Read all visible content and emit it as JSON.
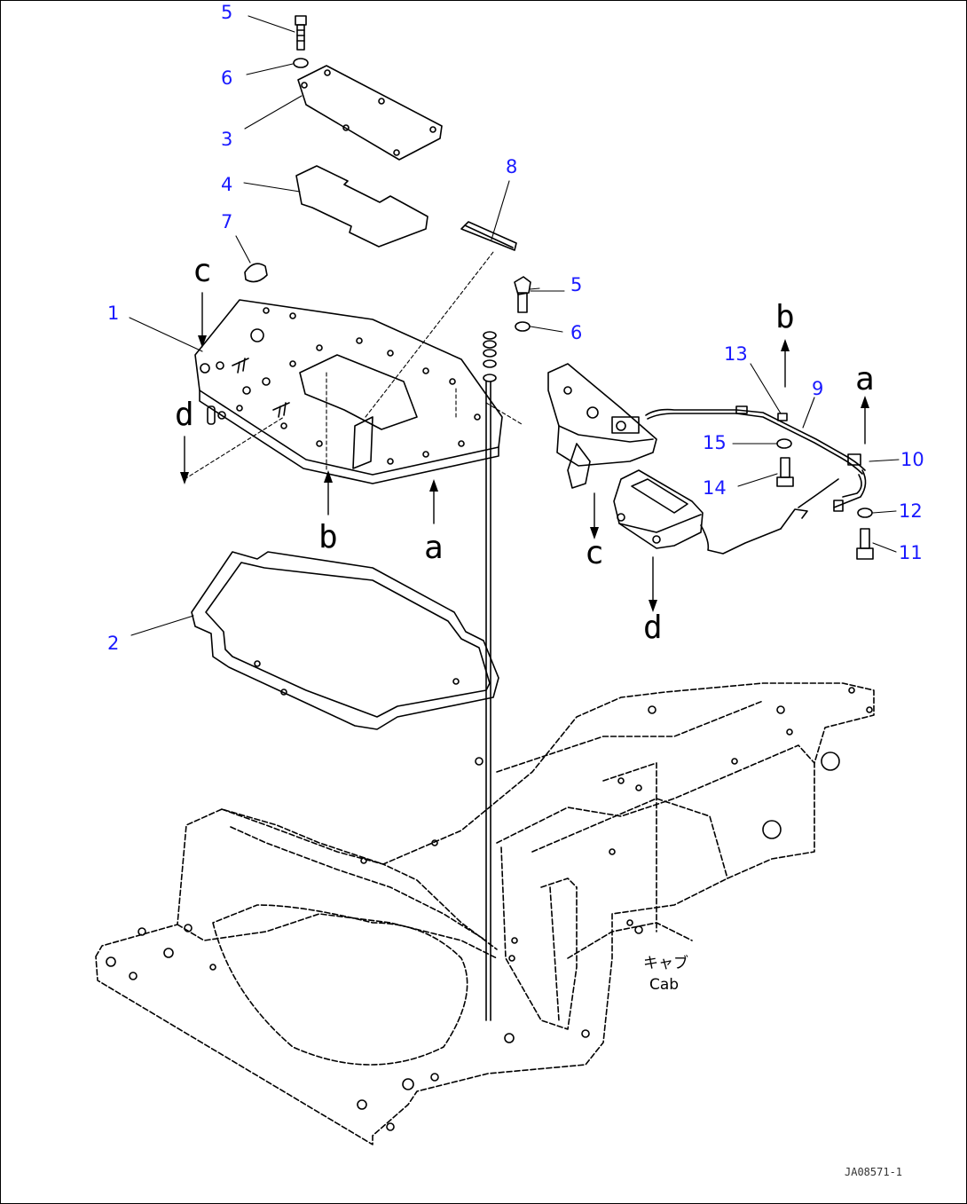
{
  "callouts": [
    {
      "id": "c5a",
      "text": "5"
    },
    {
      "id": "c6a",
      "text": "6"
    },
    {
      "id": "c3",
      "text": "3"
    },
    {
      "id": "c4",
      "text": "4"
    },
    {
      "id": "c7",
      "text": "7"
    },
    {
      "id": "c1",
      "text": "1"
    },
    {
      "id": "c8",
      "text": "8"
    },
    {
      "id": "c5b",
      "text": "5"
    },
    {
      "id": "c6b",
      "text": "6"
    },
    {
      "id": "c13",
      "text": "13"
    },
    {
      "id": "c9",
      "text": "9"
    },
    {
      "id": "c15",
      "text": "15"
    },
    {
      "id": "c14",
      "text": "14"
    },
    {
      "id": "c10",
      "text": "10"
    },
    {
      "id": "c12",
      "text": "12"
    },
    {
      "id": "c11",
      "text": "11"
    },
    {
      "id": "c2",
      "text": "2"
    }
  ],
  "letters": {
    "c_top": "c",
    "d_left": "d",
    "b_mid": "b",
    "a_mid": "a",
    "b_right": "b",
    "a_right": "a",
    "c_right": "c",
    "d_right": "d"
  },
  "cab_label": {
    "jp": "キャブ",
    "en": "Cab"
  },
  "drawing_code": "JA08571-1",
  "colors": {
    "callout": "#1a1aff",
    "line": "#000000"
  }
}
